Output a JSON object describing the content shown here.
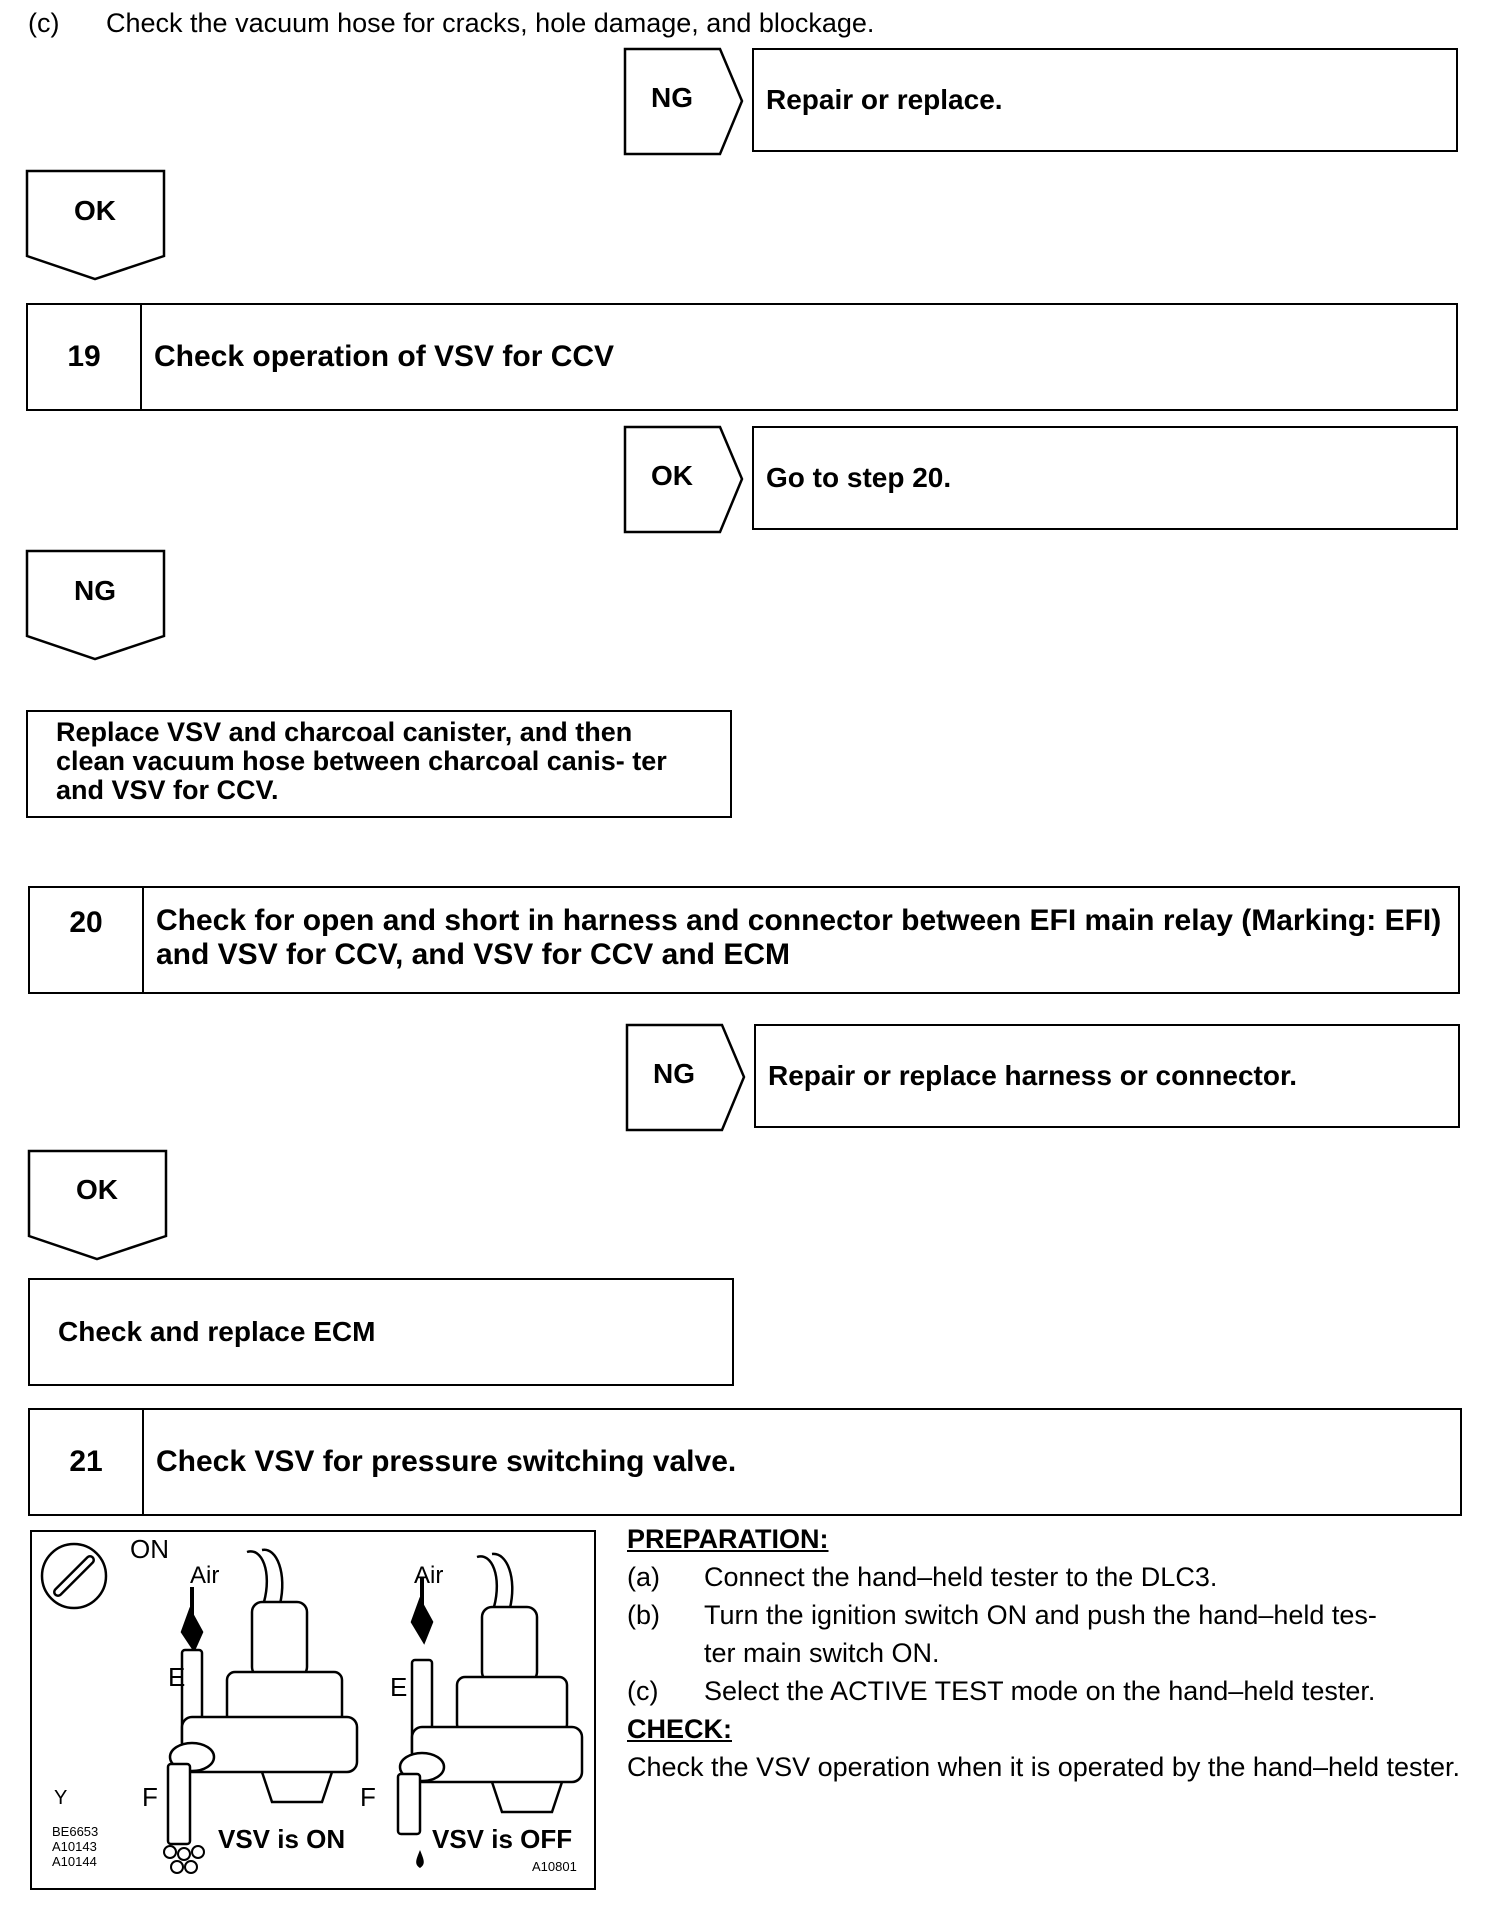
{
  "intro": {
    "label": "(c)",
    "text": "Check the vacuum hose for cracks, hole damage, and blockage."
  },
  "blocks": {
    "ng1": {
      "tag": "NG",
      "result": "Repair or replace."
    },
    "ok1": {
      "tag": "OK"
    },
    "step19": {
      "number": "19",
      "title": "Check operation of VSV for CCV"
    },
    "ok19": {
      "tag": "OK",
      "result": "Go to step 20."
    },
    "ng19": {
      "tag": "NG"
    },
    "replace_action": "Replace VSV and charcoal canister, and then clean vacuum hose between charcoal canis- ter and VSV for CCV.",
    "step20": {
      "number": "20",
      "title": "Check for open and short in harness and connector between EFI main relay (Marking: EFI) and VSV for CCV, and VSV for CCV and ECM"
    },
    "ng20": {
      "tag": "NG",
      "result": "Repair or replace harness or connector."
    },
    "ok20": {
      "tag": "OK"
    },
    "ecm_action": "Check and replace ECM",
    "step21": {
      "number": "21",
      "title": "Check VSV for pressure switching valve."
    }
  },
  "illustration": {
    "on_label": "ON",
    "air_left": "Air",
    "air_right": "Air",
    "port_e_left": "E",
    "port_e_right": "E",
    "port_f_left": "F",
    "port_f_right": "F",
    "y_mark": "Y",
    "codes": [
      "BE6653",
      "A10143",
      "A10144"
    ],
    "code_right": "A10801",
    "vsv_on": "VSV is ON",
    "vsv_off": "VSV is OFF"
  },
  "preparation": {
    "heading": "PREPARATION:",
    "items": [
      {
        "k": "(a)",
        "t": "Connect the hand–held tester to the DLC3."
      },
      {
        "k": "(b)",
        "t": "Turn the ignition switch ON and push the hand–held tes-"
      },
      {
        "k": "",
        "t": "ter main switch ON."
      },
      {
        "k": "(c)",
        "t": "Select the ACTIVE TEST mode on the hand–held tester."
      }
    ],
    "check_heading": "CHECK:",
    "check_text": "Check the VSV operation when it is operated by the hand–held tester."
  }
}
